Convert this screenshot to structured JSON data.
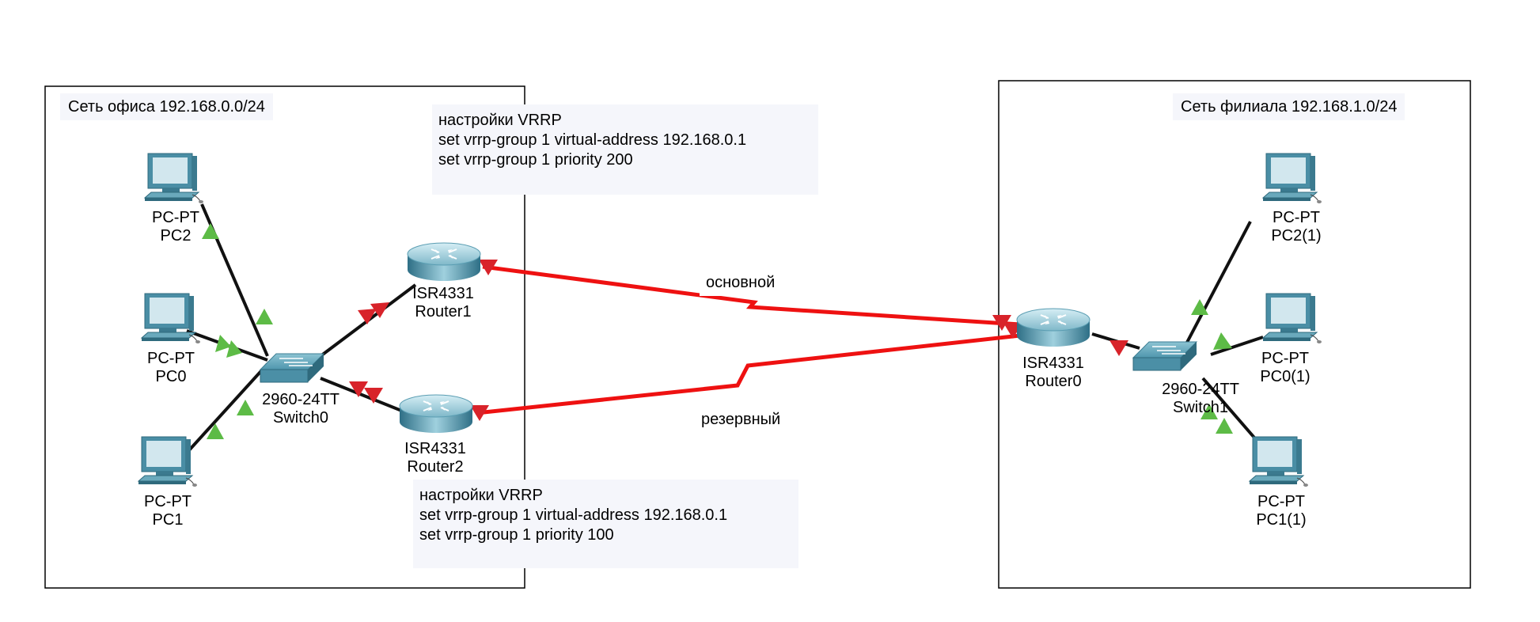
{
  "areas": {
    "office": {
      "title": "Сеть офиса 192.168.0.0/24"
    },
    "branch": {
      "title": "Сеть филиала 192.168.1.0/24"
    }
  },
  "notes": {
    "router1": {
      "lines": [
        "настройки VRRP",
        "set vrrp-group 1 virtual-address 192.168.0.1",
        "set vrrp-group 1 priority 200"
      ]
    },
    "router2": {
      "lines": [
        "настройки VRRP",
        "set vrrp-group 1 virtual-address 192.168.0.1",
        "set vrrp-group 1 priority 100"
      ]
    }
  },
  "links": {
    "primary": {
      "label": "основной",
      "color": "#ee1111"
    },
    "backup": {
      "label": "резервный",
      "color": "#ee1111"
    },
    "lan_color": "#111111",
    "port_up_color": "#5dbb46",
    "port_down_color": "#d8232a"
  },
  "devices": {
    "pc2": {
      "model": "PC-PT",
      "name": "PC2"
    },
    "pc0": {
      "model": "PC-PT",
      "name": "PC0"
    },
    "pc1": {
      "model": "PC-PT",
      "name": "PC1"
    },
    "switch0": {
      "model": "2960-24TT",
      "name": "Switch0"
    },
    "router1": {
      "model": "ISR4331",
      "name": "Router1"
    },
    "router2": {
      "model": "ISR4331",
      "name": "Router2"
    },
    "router0": {
      "model": "ISR4331",
      "name": "Router0"
    },
    "switch1": {
      "model": "2960-24TT",
      "name": "Switch1"
    },
    "pc2_1": {
      "model": "PC-PT",
      "name": "PC2(1)"
    },
    "pc0_1": {
      "model": "PC-PT",
      "name": "PC0(1)"
    },
    "pc1_1": {
      "model": "PC-PT",
      "name": "PC1(1)"
    }
  }
}
